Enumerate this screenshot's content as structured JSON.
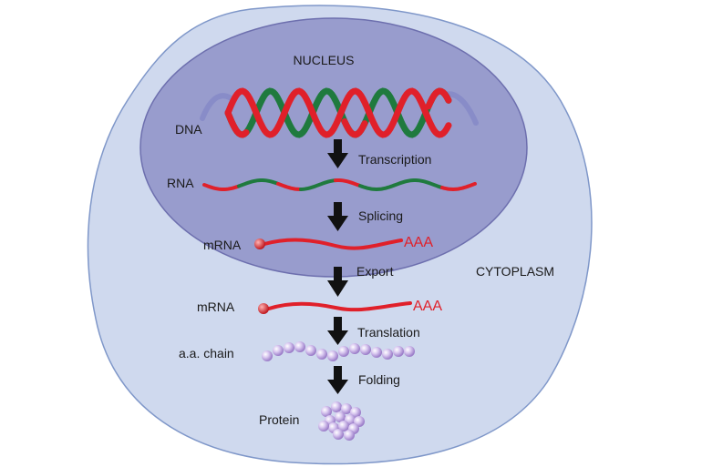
{
  "compartments": {
    "nucleus_label": "NUCLEUS",
    "cytoplasm_label": "CYTOPLASM"
  },
  "molecules": {
    "dna": "DNA",
    "rna": "RNA",
    "mrna_nuclear": "mRNA",
    "mrna_cytoplasmic": "mRNA",
    "aa_chain": "a.a. chain",
    "protein": "Protein"
  },
  "poly_a_tail": {
    "nuclear": "AAA",
    "cytoplasmic": "AAA"
  },
  "steps": [
    {
      "label": "Transcription"
    },
    {
      "label": "Splicing"
    },
    {
      "label": "Export"
    },
    {
      "label": "Translation"
    },
    {
      "label": "Folding"
    }
  ],
  "colors": {
    "cell_fill": "#cfd9ee",
    "cell_stroke": "#7f97c9",
    "nucleus_fill": "#989ccd",
    "nucleus_stroke": "#6d6fae",
    "strand_red": "#e0202a",
    "strand_green": "#1f7a3e",
    "arrow": "#111111",
    "bead": "#b59bd9"
  }
}
